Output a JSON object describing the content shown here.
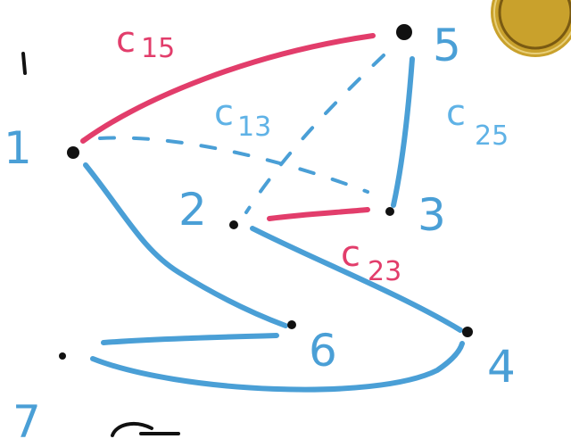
{
  "colors": {
    "blue": "#4a9fd6",
    "red": "#e23d6b",
    "light_blue": "#5fb2e6",
    "dark": "#111111",
    "coin_gold": "#c9a12c",
    "coin_dark": "#7a5a12"
  },
  "nodes": [
    {
      "id": "1",
      "label": "1"
    },
    {
      "id": "2",
      "label": "2"
    },
    {
      "id": "3",
      "label": "3"
    },
    {
      "id": "4",
      "label": "4"
    },
    {
      "id": "5",
      "label": "5"
    },
    {
      "id": "6",
      "label": "6"
    },
    {
      "id": "7",
      "label": "7"
    }
  ],
  "edges": [
    {
      "from": "1",
      "to": "5",
      "style": "solid",
      "color": "red"
    },
    {
      "from": "5",
      "to": "3",
      "style": "solid",
      "color": "blue"
    },
    {
      "from": "2",
      "to": "3",
      "style": "solid",
      "color": "red"
    },
    {
      "from": "2",
      "to": "4",
      "style": "solid",
      "color": "blue"
    },
    {
      "from": "1",
      "to": "6",
      "style": "solid",
      "color": "blue"
    },
    {
      "from": "6",
      "to": "7",
      "style": "solid",
      "color": "blue"
    },
    {
      "from": "7",
      "to": "4",
      "style": "solid",
      "color": "blue"
    },
    {
      "from": "1",
      "to": "3",
      "style": "dashed",
      "color": "blue"
    },
    {
      "from": "5",
      "to": "2",
      "style": "dashed",
      "color": "blue"
    }
  ],
  "edge_labels": {
    "c15": {
      "main": "c",
      "sub": "15"
    },
    "c13": {
      "main": "c",
      "sub": "13"
    },
    "c25": {
      "main": "c",
      "sub": "25"
    },
    "c23": {
      "main": "c",
      "sub": "23"
    }
  }
}
